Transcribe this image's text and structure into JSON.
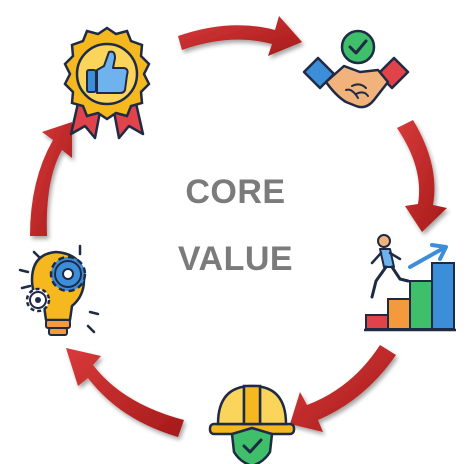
{
  "center": {
    "line1": "CORE",
    "line2": "VALUE"
  },
  "cycle_nodes": [
    {
      "id": "award",
      "icon": "award-badge-thumbs-up-icon"
    },
    {
      "id": "handshake",
      "icon": "handshake-check-icon"
    },
    {
      "id": "growth",
      "icon": "growth-stairs-chart-icon"
    },
    {
      "id": "safety",
      "icon": "safety-helmet-shield-icon"
    },
    {
      "id": "innovation",
      "icon": "lightbulb-gears-icon"
    }
  ],
  "colors": {
    "arrow": "#c62a2a",
    "arrow_dark": "#8e1212",
    "text": "#7b7b7b",
    "outline": "#1f2a44",
    "gold": "#f5b91f",
    "blue": "#3c8ed9",
    "green": "#3fbf6a",
    "red": "#e0434a",
    "orange": "#f39a3c",
    "skin": "#f2b27c"
  }
}
